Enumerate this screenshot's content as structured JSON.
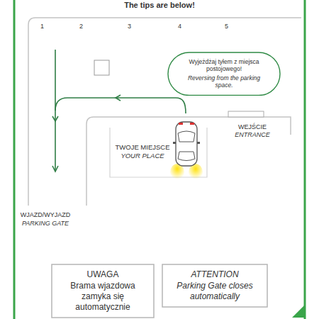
{
  "diagram": {
    "title": "The tips are below!",
    "nodes": [
      {
        "text": [
          "Wyjeżdżaj tyłem z miejsca postojowego!",
          "Reversing from the parking space."
        ]
      },
      {
        "text": [
          "UWAGA",
          "Brama wjazdowa zamyka się automatycznie"
        ]
      },
      {
        "text": [
          "ATTENTION",
          "Parking Gate closes automatically"
        ]
      }
    ],
    "labels": [
      "1",
      "2",
      "3",
      "4",
      "5",
      "TWOJE MIEJSCE",
      "YOUR PLACE",
      "WEJŚCIE",
      "ENTRANCE",
      "WJAZD/WYJAZD",
      "PARKING GATE"
    ]
  }
}
